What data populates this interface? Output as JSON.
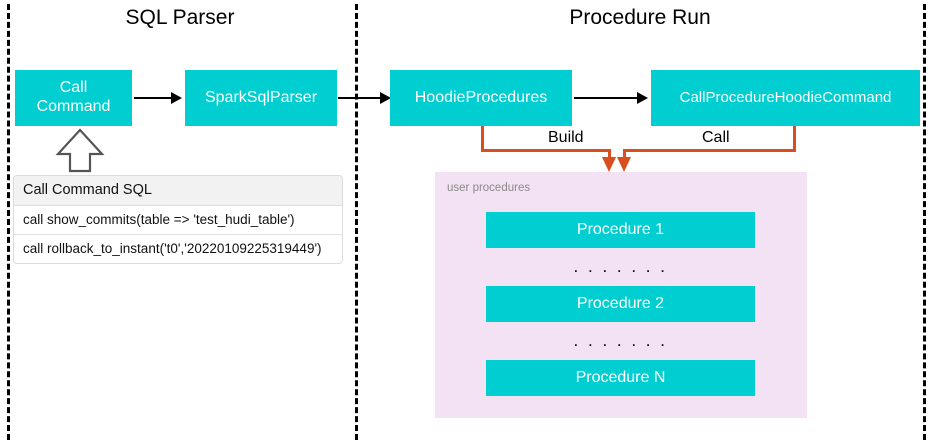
{
  "sections": [
    {
      "title": "SQL Parser"
    },
    {
      "title": "Procedure Run"
    }
  ],
  "nodes": {
    "call_command": "Call\nCommand",
    "call_command_line1": "Call",
    "call_command_line2": "Command",
    "spark_sql_parser": "SparkSqlParser",
    "hoodie_procedures": "HoodieProcedures",
    "call_procedure_hoodie_command": "CallProcedureHoodieCommand"
  },
  "sql_table": {
    "header": "Call Command SQL",
    "rows": [
      "call show_commits(table => 'test_hudi_table')",
      "call rollback_to_instant('t0','20220109225319449')"
    ]
  },
  "edges": {
    "build_label": "Build",
    "call_label": "Call"
  },
  "panel": {
    "label": "user procedures",
    "procedures": [
      "Procedure 1",
      "Procedure 2",
      "Procedure N"
    ],
    "separators": [
      ". . . . . . .",
      ". . . . . . ."
    ]
  },
  "colors": {
    "node_teal": "#00CED1",
    "connector_orange": "#D94E1F",
    "panel_pink": "#F2E2F3",
    "divider_black": "#000000",
    "table_header_gray": "#F2F2F2"
  }
}
